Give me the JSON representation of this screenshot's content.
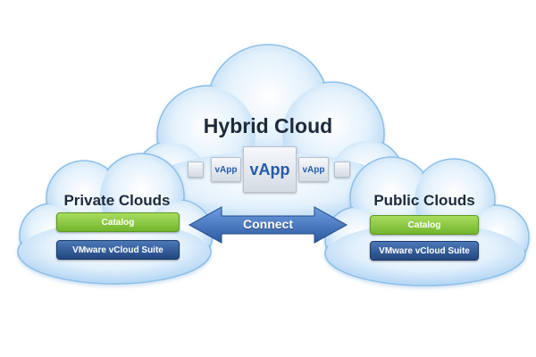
{
  "diagram": {
    "hybrid_cloud": {
      "title": "Hybrid Cloud",
      "vapp_left": "vApp",
      "vapp_main": "vApp",
      "vapp_right": "vApp"
    },
    "private_cloud": {
      "title": "Private Clouds",
      "catalog_label": "Catalog",
      "suite_label": "VMware vCloud Suite"
    },
    "public_cloud": {
      "title": "Public Clouds",
      "catalog_label": "Catalog",
      "suite_label": "VMware vCloud Suite"
    },
    "connector": {
      "label": "Connect"
    }
  },
  "colors": {
    "cloud_fill": "#cfe6f9",
    "cloud_edge": "#7fb5e6",
    "catalog_green": "#8cc63f",
    "suite_blue": "#2f5596",
    "arrow_blue": "#3f6eb5",
    "vapp_text": "#245aa8"
  },
  "icons": [
    "double-arrow-icon"
  ]
}
